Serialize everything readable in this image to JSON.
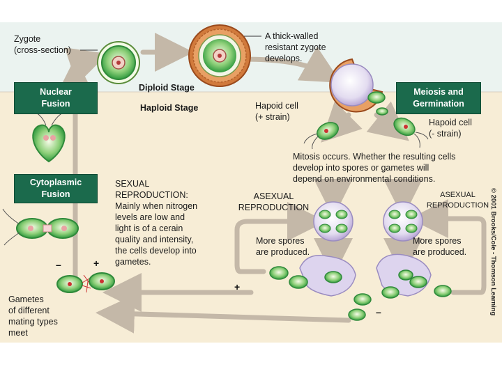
{
  "labels": {
    "zygote": "Zygote\n(cross-section)",
    "thick_walled": "A thick-walled\nresistant zygote\ndevelops.",
    "diploid_stage": "Diploid Stage",
    "haploid_stage": "Haploid Stage",
    "haploid_plus": "Hapoid cell\n(+ strain)",
    "haploid_minus": "Hapoid cell\n(- strain)",
    "mitosis_note": "Mitosis occurs. Whether the resulting cells\ndevelop into spores or gametes will\ndepend on environmental conditions.",
    "sexual_note": "SEXUAL\nREPRODUCTION:\nMainly when nitrogen\nlevels are low and\nlight is  of a cerain\nquality and intensity,\nthe cells develop into\ngametes.",
    "asexual_left": "ASEXUAL\nREPRODUCTION",
    "asexual_right": "ASEXUAL\nREPRODUCTION",
    "more_spores_left": "More spores\nare produced.",
    "more_spores_right": "More spores\nare produced.",
    "gametes_meet": "Gametes\nof different\nmating types\nmeet",
    "copyright": "© 2001 Brooks/Cole - Thomson Learning"
  },
  "boxes": {
    "nuclear_fusion": "Nuclear\nFusion",
    "cytoplasmic_fusion": "Cytoplasmic\nFusion",
    "meiosis_germination": "Meiosis and\nGermination"
  },
  "signs": {
    "minus_gamete": "–",
    "plus_gamete": "+",
    "plus_released": "+",
    "minus_released": "–"
  },
  "colors": {
    "box_fill": "#1b6a4c",
    "diploid_band": "#ebf3f0",
    "haploid_band": "#f7edd6",
    "arrow": "#c4b8a8"
  }
}
